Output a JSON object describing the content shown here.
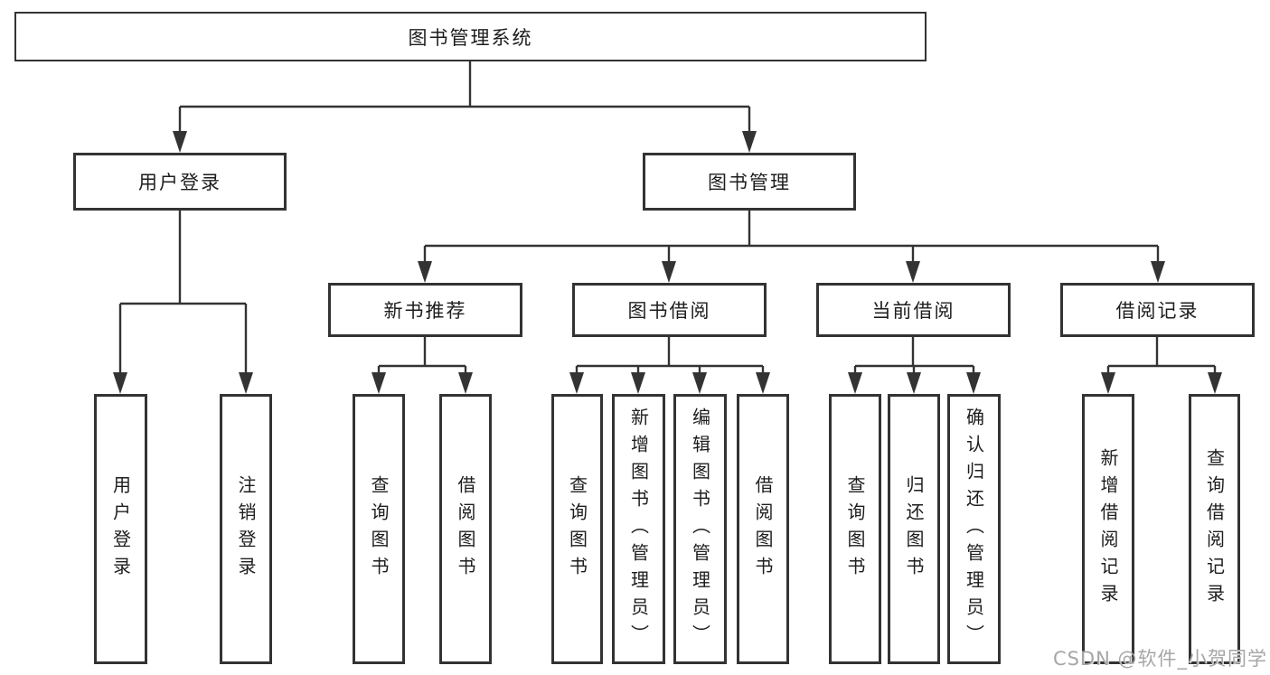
{
  "tree": {
    "label": "图书管理系统",
    "children": [
      {
        "label": "用户登录",
        "children": [
          {
            "label": "用户登录"
          },
          {
            "label": "注销登录"
          }
        ]
      },
      {
        "label": "图书管理",
        "children": [
          {
            "label": "新书推荐",
            "children": [
              {
                "label": "查询图书"
              },
              {
                "label": "借阅图书"
              }
            ]
          },
          {
            "label": "图书借阅",
            "children": [
              {
                "label": "查询图书"
              },
              {
                "label": "新增图书（管理员）"
              },
              {
                "label": "编辑图书（管理员）"
              },
              {
                "label": "借阅图书"
              }
            ]
          },
          {
            "label": "当前借阅",
            "children": [
              {
                "label": "查询图书"
              },
              {
                "label": "归还图书"
              },
              {
                "label": "确认归还（管理员）"
              }
            ]
          },
          {
            "label": "借阅记录",
            "children": [
              {
                "label": "新增借阅记录"
              },
              {
                "label": "查询借阅记录"
              }
            ]
          }
        ]
      }
    ]
  },
  "watermark": {
    "text": "CSDN @软件_小贺同学"
  },
  "colors": {
    "line": "#333333",
    "text": "#1d1d1d",
    "background": "#ffffff",
    "watermark": "#a6a6a6"
  }
}
